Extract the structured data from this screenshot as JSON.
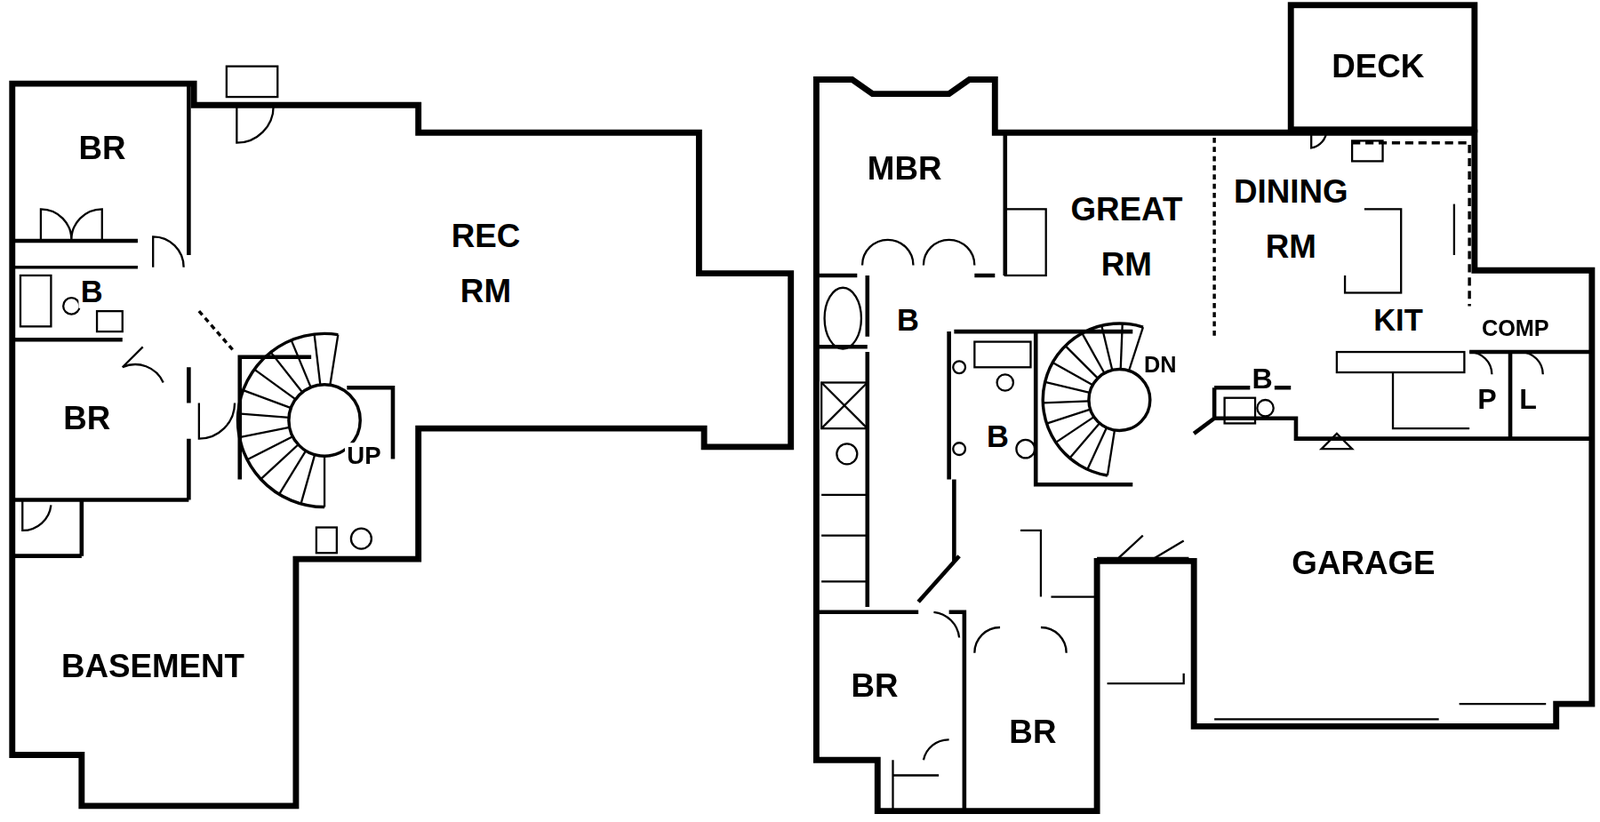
{
  "diagram": {
    "labels": [
      "BR",
      "REC RM",
      "B",
      "BR",
      "UP",
      "BASEMENT",
      "DECK",
      "MBR",
      "GREAT RM",
      "DINING RM",
      "KIT",
      "COMP",
      "B",
      "DN",
      "B",
      "B",
      "P",
      "L",
      "GARAGE",
      "BR",
      "BR"
    ]
  }
}
